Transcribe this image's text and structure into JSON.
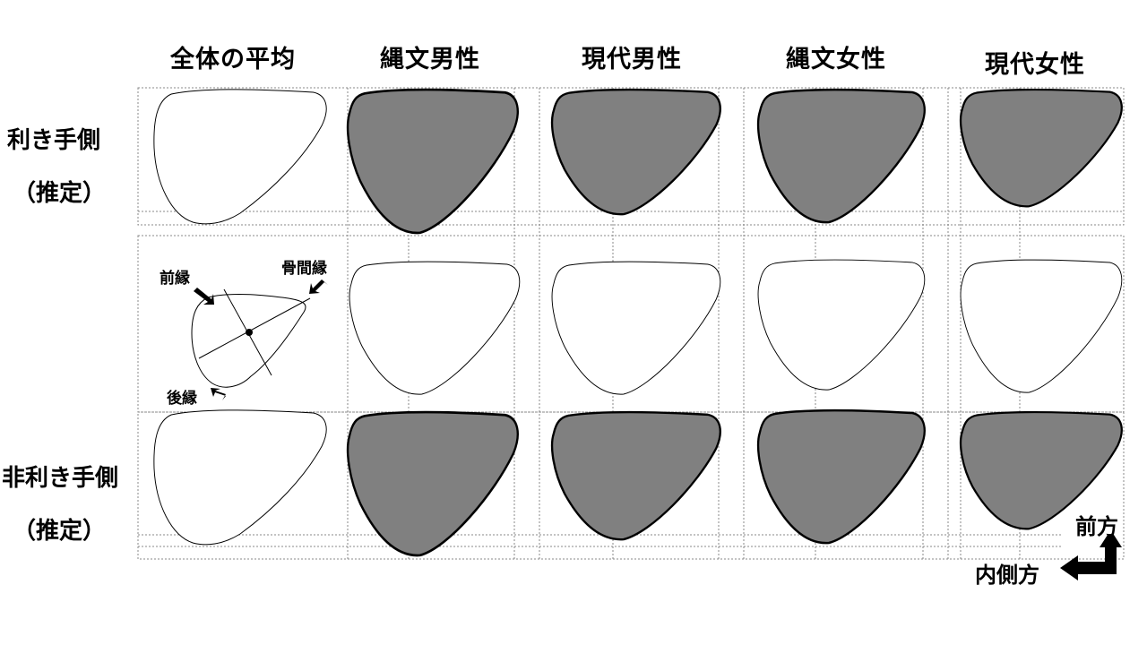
{
  "columns": [
    "全体の平均",
    "縄文男性",
    "現代男性",
    "縄文女性",
    "現代女性"
  ],
  "rows": {
    "dominant": {
      "label": "利き手側",
      "sub": "（推定）"
    },
    "nondominant": {
      "label": "非利き手側",
      "sub": "（推定）"
    }
  },
  "annotations": {
    "anterior_margin": "前縁",
    "interosseous_margin": "骨間縁",
    "posterior_margin": "後縁"
  },
  "orientation": {
    "anterior": "前方",
    "medial": "内側方"
  },
  "colors": {
    "fill": "#808080",
    "outline": "#000000",
    "guide": "#888888"
  }
}
